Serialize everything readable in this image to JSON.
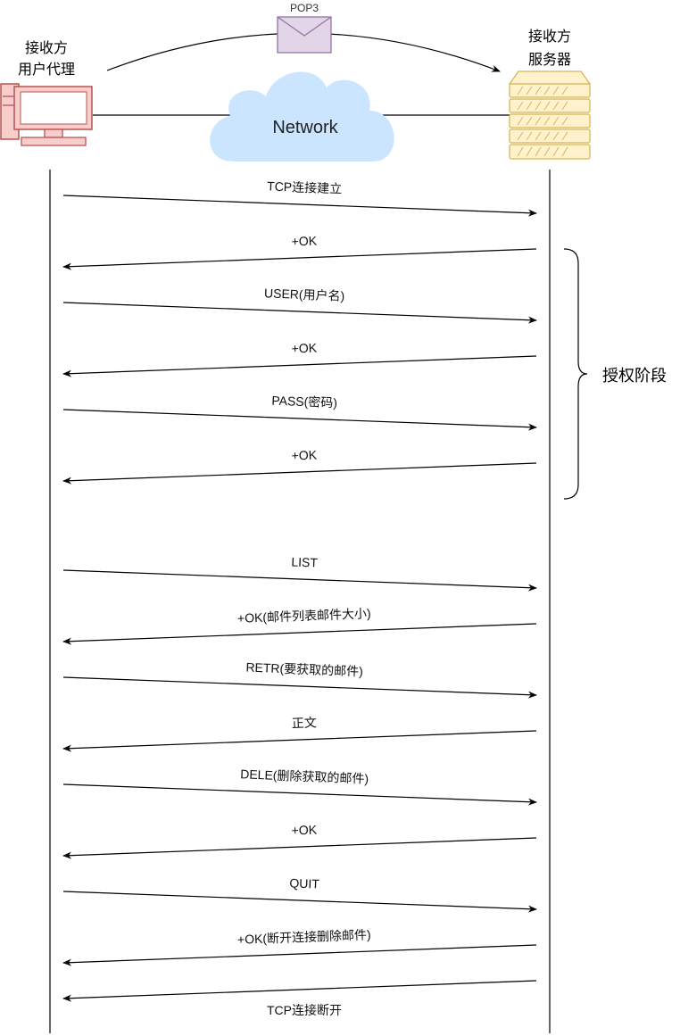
{
  "header": {
    "client_label": [
      "接收方",
      "用户代理"
    ],
    "server_label": [
      "接收方",
      "服务器"
    ],
    "protocol_label": "POP3",
    "network_label": "Network"
  },
  "phase": {
    "label": "授权阶段"
  },
  "messages": [
    {
      "label": "TCP连接建立",
      "dir": "right"
    },
    {
      "label": "+OK",
      "dir": "left"
    },
    {
      "label": "USER(用户名)",
      "dir": "right"
    },
    {
      "label": "+OK",
      "dir": "left"
    },
    {
      "label": "PASS(密码)",
      "dir": "right"
    },
    {
      "label": "+OK",
      "dir": "left"
    },
    {
      "label": "LIST",
      "dir": "right"
    },
    {
      "label": "+OK(邮件列表邮件大小)",
      "dir": "left"
    },
    {
      "label": "RETR(要获取的邮件)",
      "dir": "right"
    },
    {
      "label": "正文",
      "dir": "left"
    },
    {
      "label": "DELE(删除获取的邮件)",
      "dir": "right"
    },
    {
      "label": "+OK",
      "dir": "left"
    },
    {
      "label": "QUIT",
      "dir": "right"
    },
    {
      "label": "+OK(断开连接删除邮件)",
      "dir": "left"
    },
    {
      "label": "TCP连接断开",
      "dir": "left"
    }
  ],
  "colors": {
    "client_stroke": "#b85450",
    "client_fill": "#f8cecc",
    "server_stroke": "#d6b656",
    "server_fill": "#fff2cc",
    "envelope_stroke": "#9673a6",
    "envelope_fill": "#e1d5e7",
    "cloud_fill": "#cce5ff",
    "line": "#000000"
  },
  "icons": {
    "client": "desktop-computer-icon",
    "server": "server-rack-icon",
    "envelope": "envelope-icon",
    "cloud": "cloud-icon"
  }
}
